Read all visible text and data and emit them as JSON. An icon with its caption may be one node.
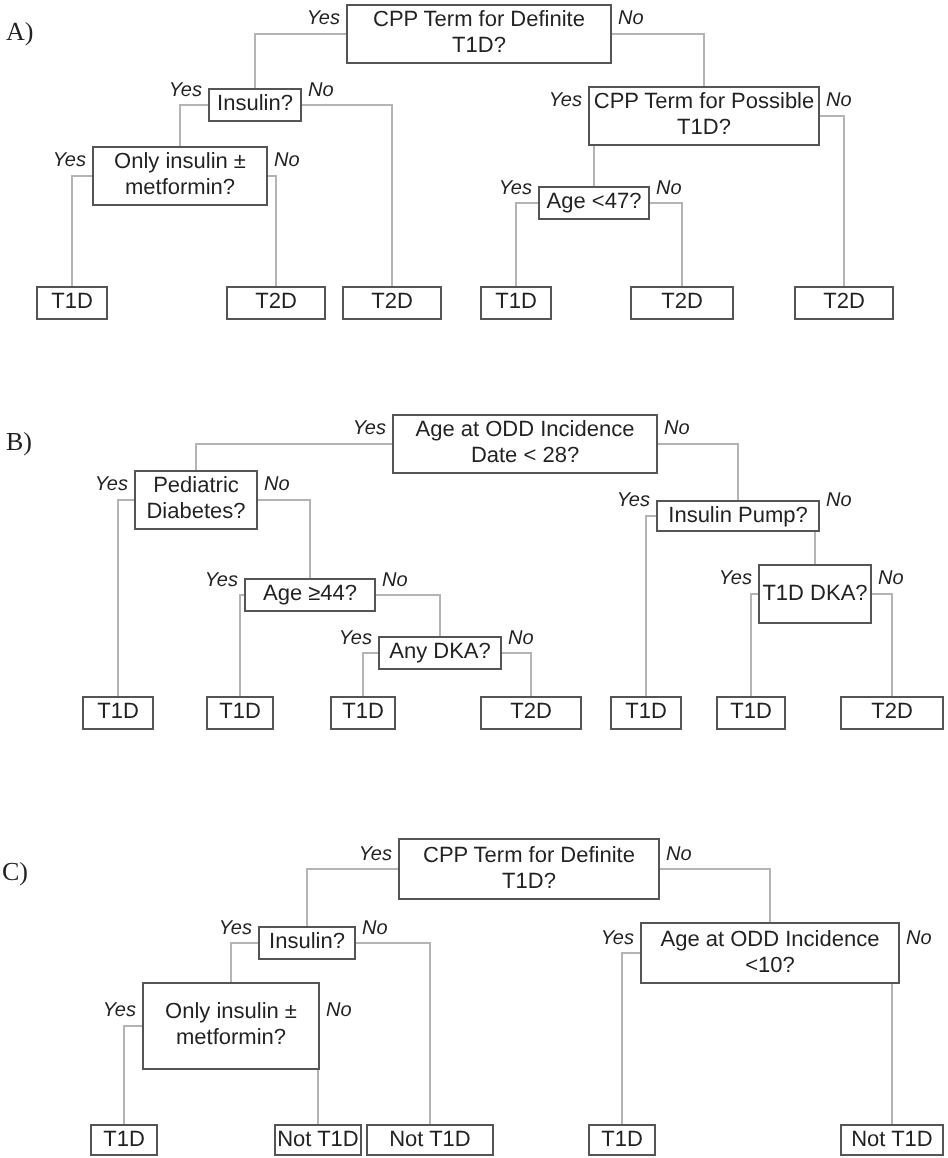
{
  "diagram": {
    "nodes": [
      {
        "text": [
          "CPP Term for Definite T1D?"
        ]
      },
      {
        "text": [
          "Insulin?"
        ]
      },
      {
        "text": [
          "Only insulin ± metformin?"
        ]
      },
      {
        "text": [
          "T1D"
        ]
      },
      {
        "text": [
          "T2D"
        ]
      },
      {
        "text": [
          "T2D"
        ]
      },
      {
        "text": [
          "CPP Term for Possible T1D?"
        ]
      },
      {
        "text": [
          "Age <47?"
        ]
      },
      {
        "text": [
          "T1D"
        ]
      },
      {
        "text": [
          "T2D"
        ]
      },
      {
        "text": [
          "T2D"
        ]
      },
      {
        "text": [
          "Age at ODD Incidence Date < 28?"
        ]
      },
      {
        "text": [
          "Pediatric Diabetes?"
        ]
      },
      {
        "text": [
          "Age ≥44?"
        ]
      },
      {
        "text": [
          "Any DKA?"
        ]
      },
      {
        "text": [
          "T1D"
        ]
      },
      {
        "text": [
          "T1D"
        ]
      },
      {
        "text": [
          "T1D"
        ]
      },
      {
        "text": [
          "T2D"
        ]
      },
      {
        "text": [
          "Insulin Pump?"
        ]
      },
      {
        "text": [
          "T1D DKA?"
        ]
      },
      {
        "text": [
          "T1D"
        ]
      },
      {
        "text": [
          "T1D"
        ]
      },
      {
        "text": [
          "T2D"
        ]
      },
      {
        "text": [
          "CPP Term for Definite T1D?"
        ]
      },
      {
        "text": [
          "Insulin?"
        ]
      },
      {
        "text": [
          "Only insulin ± metformin?"
        ]
      },
      {
        "text": [
          "T1D"
        ]
      },
      {
        "text": [
          "Not T1D"
        ]
      },
      {
        "text": [
          "Not T1D"
        ]
      },
      {
        "text": [
          "T1D"
        ]
      },
      {
        "text": [
          "Age at ODD Incidence <10?"
        ]
      },
      {
        "text": [
          "Not T1D"
        ]
      }
    ],
    "edges": [
      {
        "from": 0,
        "to": 1,
        "arrow": "none",
        "label": "Yes"
      },
      {
        "from": 0,
        "to": 6,
        "arrow": "none",
        "label": "No"
      },
      {
        "from": 1,
        "to": 2,
        "arrow": "none",
        "label": "Yes"
      },
      {
        "from": 1,
        "to": 5,
        "arrow": "none",
        "label": "No"
      },
      {
        "from": 2,
        "to": 3,
        "arrow": "none",
        "label": "Yes"
      },
      {
        "from": 2,
        "to": 4,
        "arrow": "none",
        "label": "No"
      },
      {
        "from": 6,
        "to": 7,
        "arrow": "none",
        "label": "Yes"
      },
      {
        "from": 6,
        "to": 10,
        "arrow": "none",
        "label": "No"
      },
      {
        "from": 7,
        "to": 8,
        "arrow": "none",
        "label": "Yes"
      },
      {
        "from": 7,
        "to": 9,
        "arrow": "none",
        "label": "No"
      },
      {
        "from": 11,
        "to": 12,
        "arrow": "none",
        "label": "Yes"
      },
      {
        "from": 11,
        "to": 19,
        "arrow": "none",
        "label": "No"
      },
      {
        "from": 12,
        "to": 15,
        "arrow": "none",
        "label": "Yes"
      },
      {
        "from": 12,
        "to": 13,
        "arrow": "none",
        "label": "No"
      },
      {
        "from": 13,
        "to": 16,
        "arrow": "none",
        "label": "Yes"
      },
      {
        "from": 13,
        "to": 14,
        "arrow": "none",
        "label": "No"
      },
      {
        "from": 14,
        "to": 17,
        "arrow": "none",
        "label": "Yes"
      },
      {
        "from": 14,
        "to": 18,
        "arrow": "none",
        "label": "No"
      },
      {
        "from": 19,
        "to": 21,
        "arrow": "none",
        "label": "Yes"
      },
      {
        "from": 19,
        "to": 20,
        "arrow": "none",
        "label": "No"
      },
      {
        "from": 20,
        "to": 22,
        "arrow": "none",
        "label": "Yes"
      },
      {
        "from": 20,
        "to": 23,
        "arrow": "none",
        "label": "No"
      },
      {
        "from": 24,
        "to": 25,
        "arrow": "none",
        "label": "Yes"
      },
      {
        "from": 24,
        "to": 31,
        "arrow": "none",
        "label": "No"
      },
      {
        "from": 25,
        "to": 26,
        "arrow": "none",
        "label": "Yes"
      },
      {
        "from": 25,
        "to": 29,
        "arrow": "none",
        "label": "No"
      },
      {
        "from": 26,
        "to": 27,
        "arrow": "none",
        "label": "Yes"
      },
      {
        "from": 26,
        "to": 28,
        "arrow": "none",
        "label": "No"
      },
      {
        "from": 31,
        "to": 30,
        "arrow": "none",
        "label": "Yes"
      },
      {
        "from": 31,
        "to": 32,
        "arrow": "none",
        "label": "No"
      }
    ],
    "labels": [
      "A)",
      "B)",
      "C)"
    ]
  }
}
